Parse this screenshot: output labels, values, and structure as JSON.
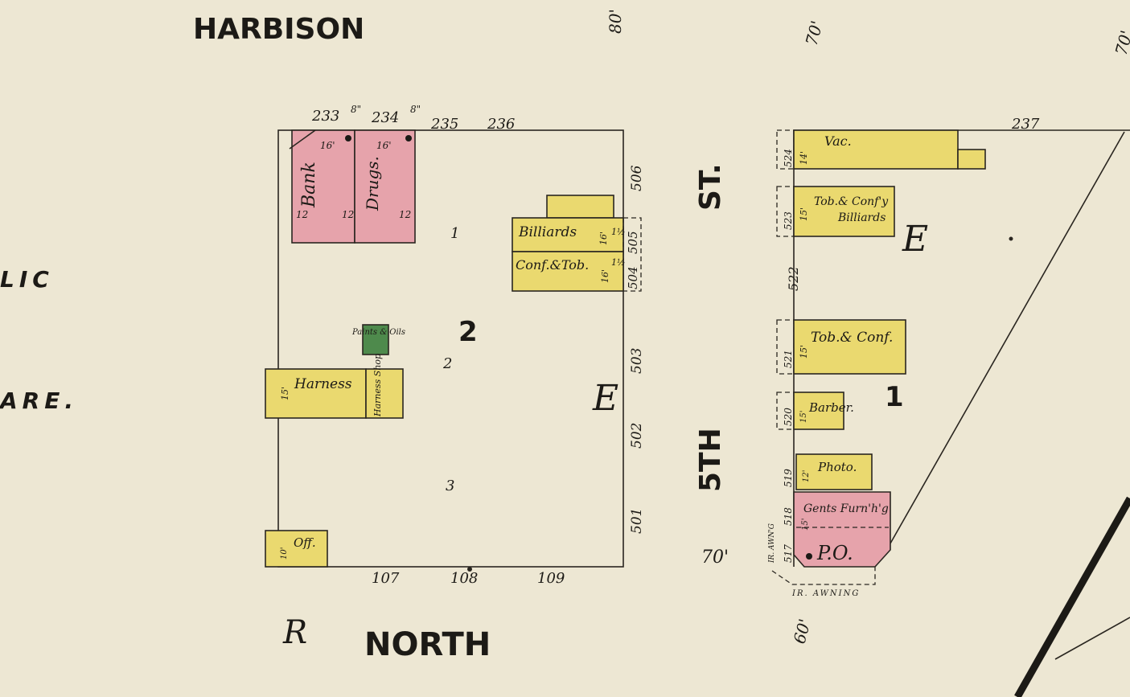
{
  "streets": {
    "harbison": "HARBISON",
    "public_fragment": "LIC",
    "square_fragment": "ARE.",
    "north": "NORTH",
    "north_prefix": "R",
    "fifth_st_a": "5TH",
    "fifth_st_b": "ST."
  },
  "block_numbers": {
    "left": "2",
    "right": "1"
  },
  "compass_e": [
    "E",
    "E"
  ],
  "dimensions": {
    "top_80": "80'",
    "top_70": "70'",
    "top_right_70": "70'",
    "side_70": "70'",
    "bottom_60": "60'"
  },
  "lot_numbers_top": [
    "233",
    "234",
    "235",
    "236",
    "237"
  ],
  "lot_numbers_bottom": [
    "107",
    "108",
    "109"
  ],
  "address_numbers_left_block": [
    "506",
    "505",
    "504",
    "503",
    "502",
    "501"
  ],
  "address_numbers_right_block": [
    "524",
    "523",
    "522",
    "521",
    "520",
    "519",
    "518",
    "517"
  ],
  "wall_marks": [
    "8\"",
    "8\""
  ],
  "lot_subnumbers": [
    "1",
    "2",
    "3"
  ],
  "buildings": {
    "bank": "Bank",
    "drugs": "Drugs.",
    "billiards": "Billiards",
    "conf_tob": "Conf.&Tob.",
    "paints_oils": "Paints & Oils",
    "harness": "Harness",
    "harness_shop": "Harness Shop",
    "office": "Off.",
    "vacant": "Vac.",
    "tob_confy": "Tob.& Conf'y",
    "billiards_right": "Billiards",
    "tob_conf": "Tob.& Conf.",
    "barber": "Barber.",
    "photo": "Photo.",
    "gents_furn": "Gents Furn'h'g",
    "post_office": "P.O."
  },
  "heights": {
    "h16": "16'",
    "h15": "15'",
    "h14": "14'",
    "h12": "12'",
    "h10": "10'",
    "s12": "12",
    "s1": "1",
    "half": "1½"
  },
  "awning": {
    "iron_awning": "IR. AWNING",
    "iron_awng": "IR. AWN'G"
  },
  "colors": {
    "paper": "#ede7d3",
    "brick": "#e6a3ab",
    "frame": "#ead96f",
    "stone": "#4e8a4c"
  }
}
